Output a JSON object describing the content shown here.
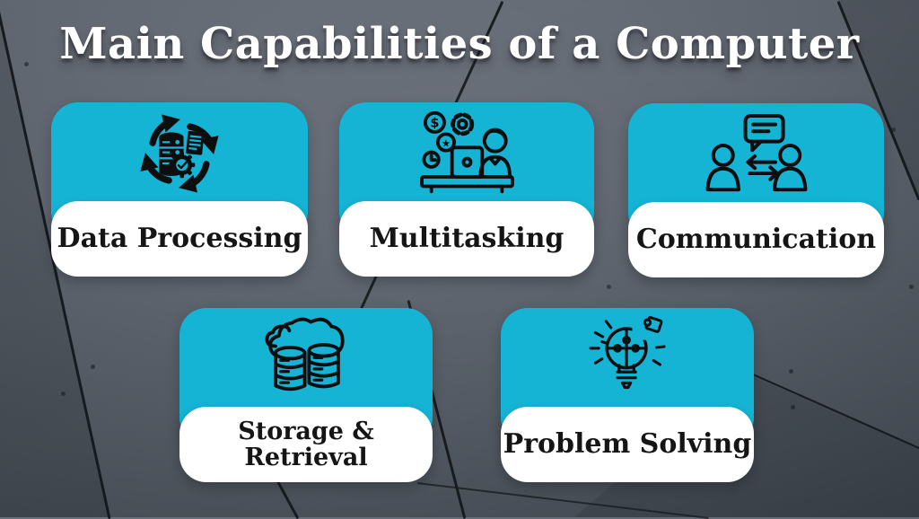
{
  "title": "Main Capabilities of a Computer",
  "colors": {
    "accent_cyan": "#15b4d5",
    "label_bg": "#ffffff",
    "label_text": "#151515",
    "title_text": "#ffffff",
    "icon_ink": "#0e0e0e",
    "background_base": "#565d66"
  },
  "cards": [
    {
      "label": "Data Processing",
      "icon": "data-processing-icon"
    },
    {
      "label": "Multitasking",
      "icon": "multitasking-icon"
    },
    {
      "label": "Communication",
      "icon": "communication-icon"
    },
    {
      "label": "Storage & Retrieval",
      "label_lines": [
        "Storage &",
        "Retrieval"
      ],
      "icon": "storage-retrieval-icon"
    },
    {
      "label": "Problem Solving",
      "icon": "problem-solving-icon"
    }
  ]
}
